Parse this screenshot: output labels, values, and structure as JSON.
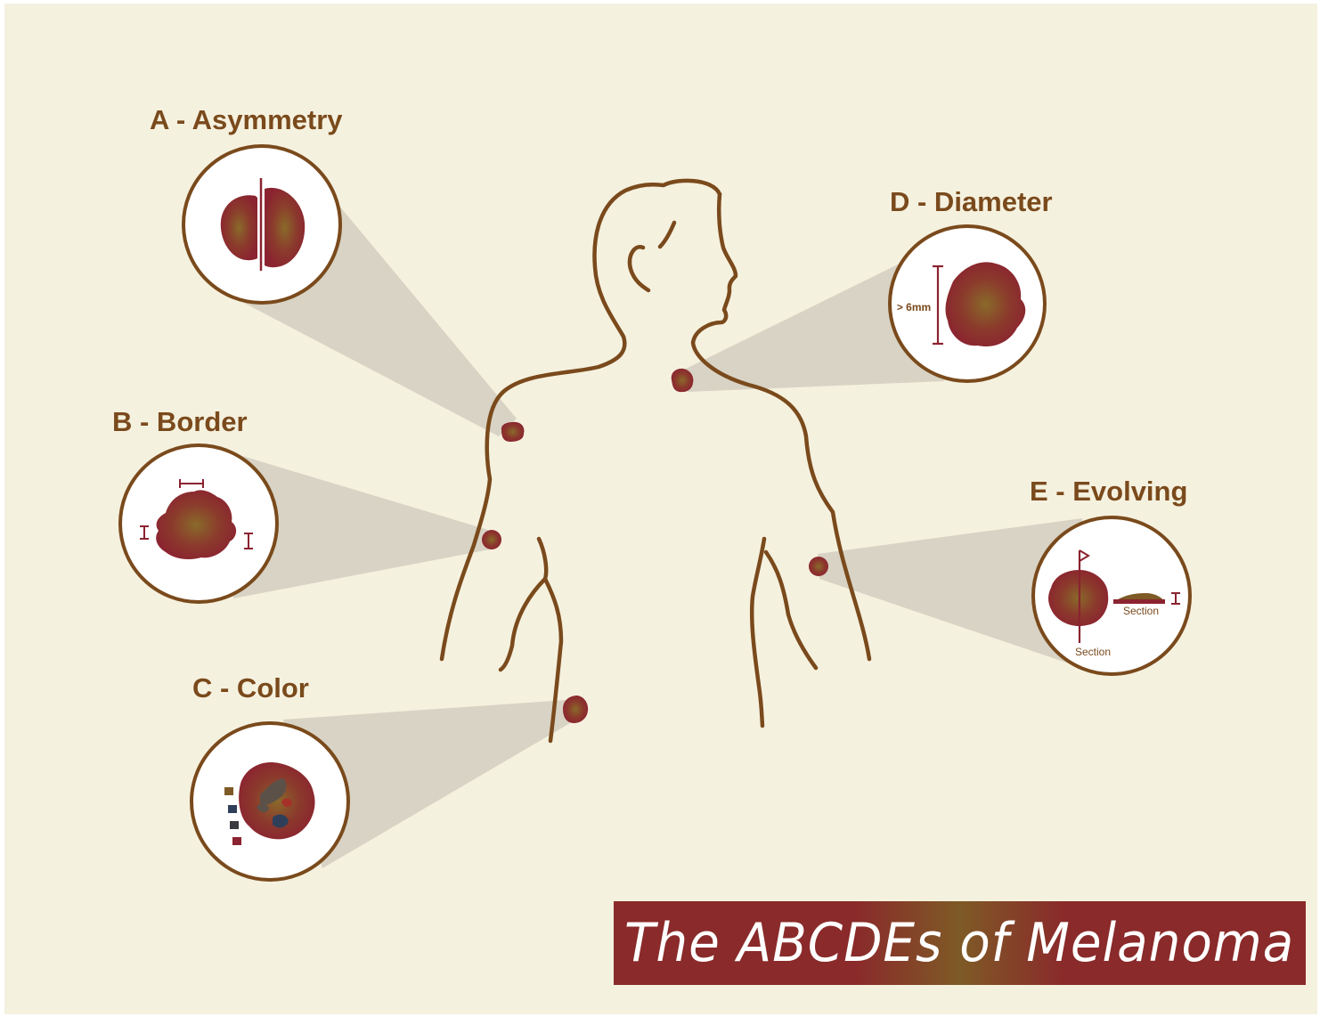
{
  "title": "The ABCDEs of Melanoma",
  "criteria": {
    "a": {
      "label": "A - Asymmetry",
      "icon": "asymmetry-mole-icon"
    },
    "b": {
      "label": "B - Border",
      "icon": "border-mole-icon"
    },
    "c": {
      "label": "C - Color",
      "icon": "color-mole-icon"
    },
    "d": {
      "label": "D - Diameter",
      "icon": "diameter-mole-icon",
      "measure": "> 6mm"
    },
    "e": {
      "label": "E - Evolving",
      "icon": "evolving-mole-icon",
      "section_top": "Section",
      "section_bottom": "Section"
    }
  },
  "colors": {
    "background": "#f5f1df",
    "outline": "#7a4a1c",
    "mole_outer": "#8b2330",
    "mole_inner": "#8a6a2a",
    "beam": "#d8d3c4",
    "banner_start": "#8a2a2a",
    "banner_mid": "#7e5a26"
  }
}
